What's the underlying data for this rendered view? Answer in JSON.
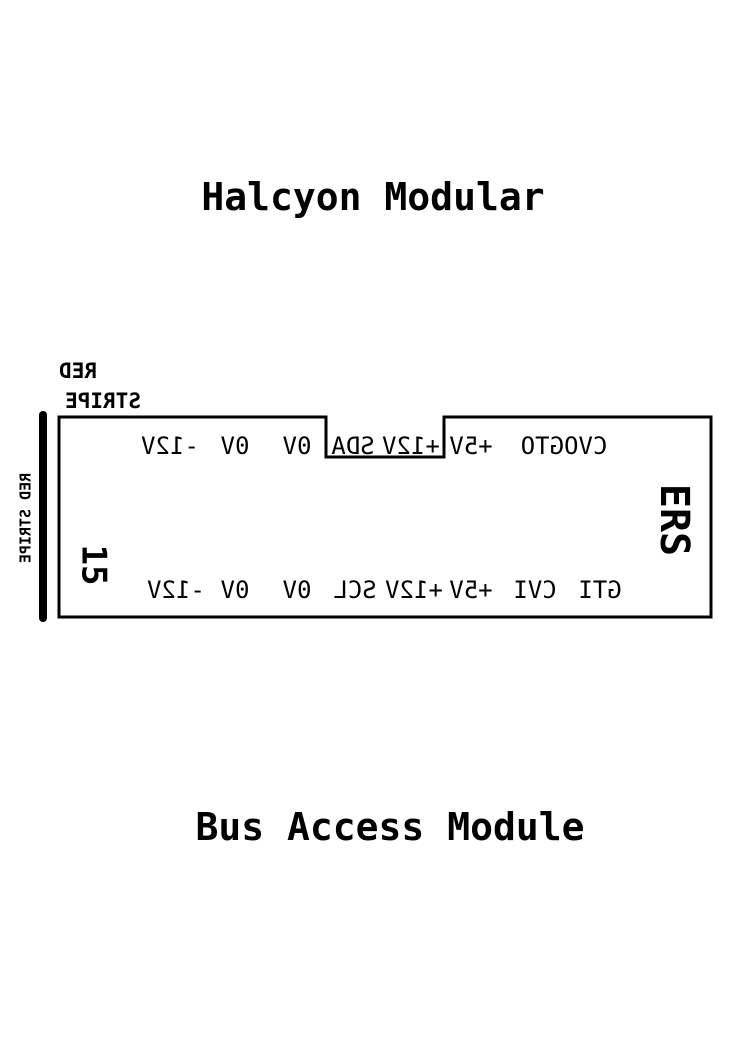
{
  "header": {
    "title": "Halcyon Modular"
  },
  "footer": {
    "title": "Bus Access Module"
  },
  "connector": {
    "stripe_label_top_line1": "RED",
    "stripe_label_top_line2": "STRIPE",
    "stripe_label_side": "RED STRIPE",
    "left_marker": "15",
    "right_marker": "ERS",
    "top_pins": [
      "-12V",
      "0V",
      "0V",
      "SDA",
      "+12V",
      "+5V",
      "CVOGTO"
    ],
    "bottom_pins": [
      "-12V",
      "0V",
      "0V",
      "SCL",
      "+12V",
      "+5V",
      "CVI",
      "GTI"
    ]
  }
}
